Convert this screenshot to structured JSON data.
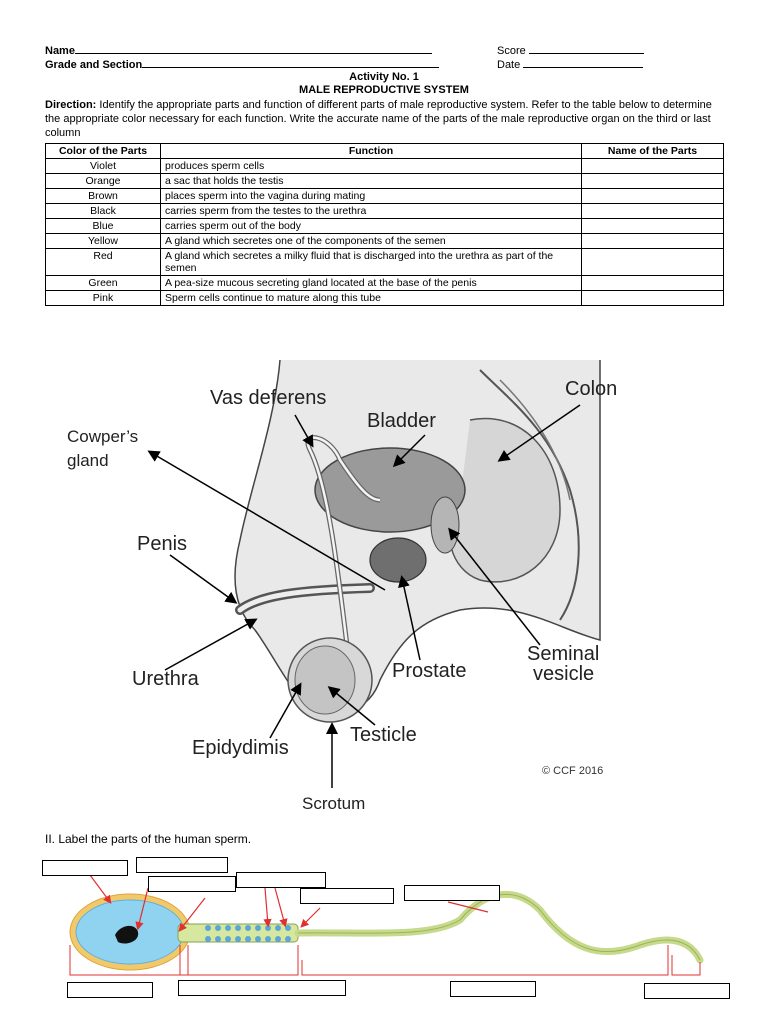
{
  "header": {
    "name_label": "Name",
    "grade_label": "Grade and Section",
    "score_label": "Score",
    "date_label": "Date"
  },
  "activity": {
    "title": "Activity No. 1",
    "subtitle": "MALE REPRODUCTIVE SYSTEM"
  },
  "direction": {
    "label": "Direction:",
    "text": "Identify the appropriate parts and function of different parts of male reproductive system. Refer to the table below to determine the appropriate color necessary for each function. Write the accurate name of the parts of the male reproductive organ on the third or last column"
  },
  "table": {
    "headers": [
      "Color of the Parts",
      "Function",
      "Name of the Parts"
    ],
    "rows": [
      {
        "color": "Violet",
        "function": "produces sperm cells",
        "name": ""
      },
      {
        "color": "Orange",
        "function": "a sac that holds the testis",
        "name": ""
      },
      {
        "color": "Brown",
        "function": "places sperm into the vagina during mating",
        "name": ""
      },
      {
        "color": "Black",
        "function": "carries sperm from the testes to the urethra",
        "name": ""
      },
      {
        "color": "Blue",
        "function": "carries sperm out of the body",
        "name": ""
      },
      {
        "color": "Yellow",
        "function": "A gland which secretes one of the components of the semen",
        "name": ""
      },
      {
        "color": "Red",
        "function": "A gland which secretes a milky fluid that is discharged into the urethra as part of the semen",
        "name": ""
      },
      {
        "color": "Green",
        "function": "A pea-size mucous secreting gland located at the base of the penis",
        "name": ""
      },
      {
        "color": "Pink",
        "function": "Sperm cells continue to mature along this tube",
        "name": ""
      }
    ]
  },
  "diagram": {
    "labels": {
      "vas_deferens": "Vas deferens",
      "bladder": "Bladder",
      "colon": "Colon",
      "cowpers_line1": "Cowper’s",
      "cowpers_line2": "gland",
      "penis": "Penis",
      "urethra": "Urethra",
      "prostate": "Prostate",
      "seminal_line1": "Seminal",
      "seminal_line2": "vesicle",
      "testicle": "Testicle",
      "epididymis": "Epidydimis",
      "scrotum": "Scrotum"
    },
    "copyright": "© CCF 2016"
  },
  "section2": {
    "title": "II. Label the parts of the human sperm."
  }
}
